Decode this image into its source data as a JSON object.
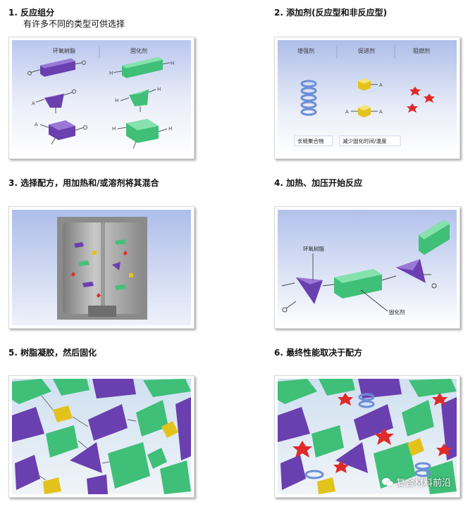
{
  "steps": [
    {
      "title": "1. 反应组分",
      "subtitle": "有许多不同的类型可供选择",
      "labels": [
        "环氧树脂",
        "固化剂"
      ]
    },
    {
      "title": "2. 添加剂(反应型和非反应型)",
      "labels": [
        "增强剂",
        "促进剂",
        "阻燃剂",
        "长链聚合物",
        "减少固化时间/温度"
      ]
    },
    {
      "title": "3. 选择配方，用加热和/或溶剂将其混合"
    },
    {
      "title": "4. 加热、加压开始反应",
      "labels": [
        "环氧树脂",
        "固化剂"
      ]
    },
    {
      "title": "5. 树脂凝胶，然后固化"
    },
    {
      "title": "6. 最终性能取决于配方"
    }
  ],
  "watermark": "复合材料前沿",
  "colors": {
    "resin": "#6a3fb0",
    "hardener": "#45c07a",
    "accelerator": "#e3c21c",
    "flame_retardant": "#e02a2a",
    "polymer": "#6c8fd6"
  }
}
